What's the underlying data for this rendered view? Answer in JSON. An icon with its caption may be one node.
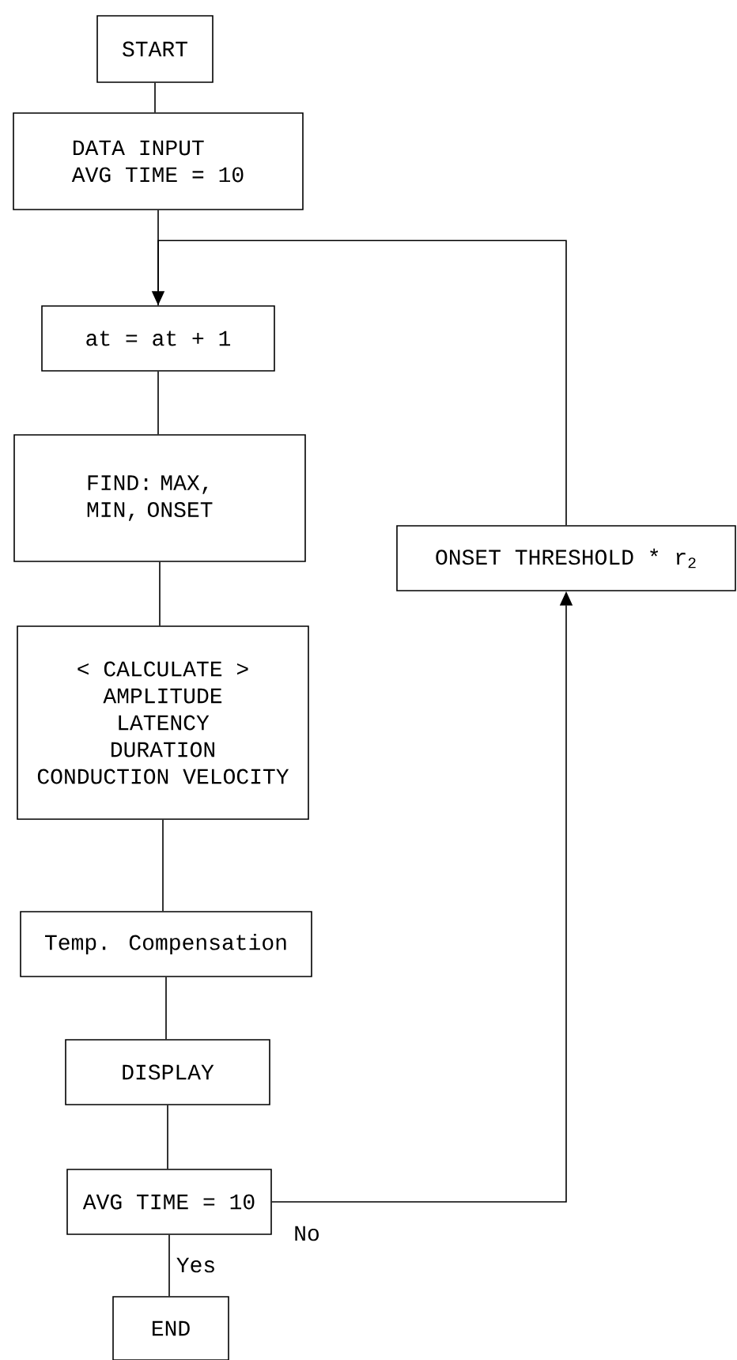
{
  "diagram": {
    "nodes": [
      {
        "text": [
          "START"
        ]
      },
      {
        "text": [
          "DATA INPUT",
          "AVG TIME = 10"
        ]
      },
      {
        "text": [
          "at = at + 1"
        ]
      },
      {
        "text": [
          "FIND: MAX, MIN, ONSET"
        ]
      },
      {
        "text": [
          "< CALCULATE >",
          "AMPLITUDE",
          "LATENCY",
          "DURATION",
          "CONDUCTION VELOCITY"
        ]
      },
      {
        "text": [
          "Temp. Compensation"
        ]
      },
      {
        "text": [
          "DISPLAY"
        ]
      },
      {
        "text": [
          "AVG TIME = 10"
        ]
      },
      {
        "text": [
          "END"
        ]
      },
      {
        "text": [
          "ONSET THRESHOLD * r$_{2}$"
        ]
      }
    ],
    "edges": [
      {
        "from": 0,
        "to": 1,
        "arrow": "none"
      },
      {
        "from": 1,
        "to": 2,
        "arrow": "none"
      },
      {
        "from": 9,
        "to": 2,
        "arrow": "to"
      },
      {
        "from": 2,
        "to": 3,
        "arrow": "none"
      },
      {
        "from": 3,
        "to": 4,
        "arrow": "none"
      },
      {
        "from": 4,
        "to": 5,
        "arrow": "none"
      },
      {
        "from": 5,
        "to": 6,
        "arrow": "none"
      },
      {
        "from": 6,
        "to": 7,
        "arrow": "none"
      },
      {
        "from": 7,
        "to": 8,
        "arrow": "none",
        "label": "Yes"
      },
      {
        "from": 7,
        "to": 9,
        "arrow": "to",
        "label": "No"
      }
    ]
  }
}
